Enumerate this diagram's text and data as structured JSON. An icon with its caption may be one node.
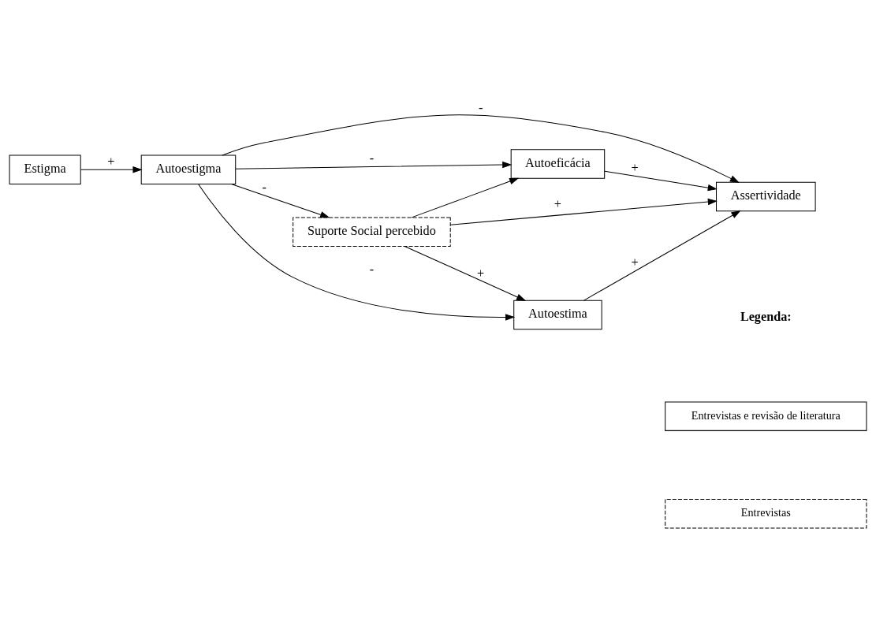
{
  "diagram": {
    "nodes": [
      {
        "text": [
          "Estigma"
        ]
      },
      {
        "text": [
          "Autoestigma"
        ]
      },
      {
        "text": [
          "Autoeficácia"
        ]
      },
      {
        "text": [
          "Assertividade"
        ]
      },
      {
        "text": [
          "Suporte Social percebido"
        ]
      },
      {
        "text": [
          "Autoestima"
        ]
      }
    ],
    "edges": [
      {
        "from": 0,
        "to": 1,
        "arrow": "to",
        "label": "+"
      },
      {
        "from": 1,
        "to": 2,
        "arrow": "to",
        "label": "-"
      },
      {
        "from": 1,
        "to": 3,
        "arrow": "to",
        "label": "-"
      },
      {
        "from": 1,
        "to": 5,
        "arrow": "to",
        "label": "-"
      },
      {
        "from": 1,
        "to": 4,
        "arrow": "to",
        "label": "-"
      },
      {
        "from": 2,
        "to": 3,
        "arrow": "to",
        "label": "+"
      },
      {
        "from": 4,
        "to": 3,
        "arrow": "to",
        "label": "+"
      },
      {
        "from": 4,
        "to": 2,
        "arrow": "to"
      },
      {
        "from": 4,
        "to": 5,
        "arrow": "to",
        "label": "+"
      },
      {
        "from": 5,
        "to": 3,
        "arrow": "to",
        "label": "+"
      }
    ],
    "labels": [
      "Legenda:"
    ],
    "legend": [
      {
        "text": "Entrevistas e revisão de literatura"
      },
      {
        "text": "Entrevistas"
      }
    ]
  }
}
